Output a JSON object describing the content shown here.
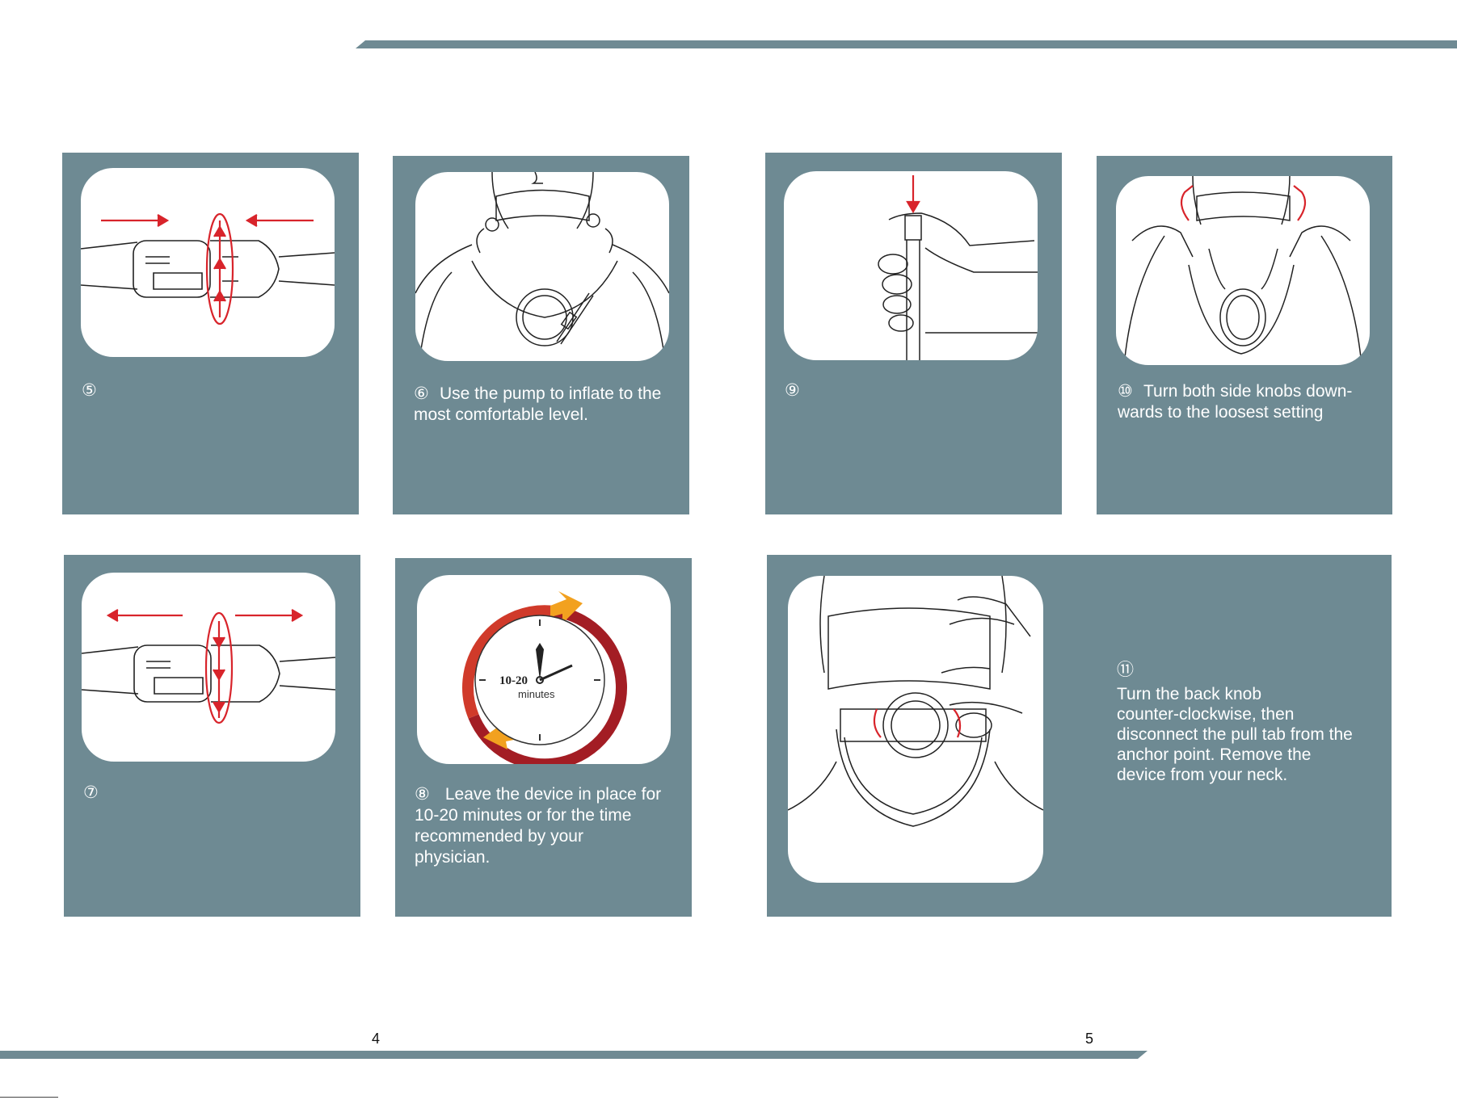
{
  "colors": {
    "panel": "#6e8a93",
    "accent_red": "#d8242b",
    "band": "#6f8a93"
  },
  "page_numbers": {
    "left": "4",
    "right": "5"
  },
  "steps": {
    "s5": {
      "num": "⑤",
      "text": ""
    },
    "s6": {
      "num": "⑥",
      "text": "Use the pump to inflate to the\nmost comfortable level."
    },
    "s7": {
      "num": "⑦",
      "text": ""
    },
    "s8": {
      "num": "⑧",
      "text": " Leave the device in place for\n10-20 minutes or for the time\nrecommended by your\nphysician."
    },
    "s9": {
      "num": "⑨",
      "text": ""
    },
    "s10": {
      "num": "⑩",
      "text": "Turn both side knobs down-\nwards to the loosest setting"
    },
    "s11": {
      "num": "⑪",
      "text": " Turn the back knob\n counter-clockwise, then\ndisconnect the pull tab from the\nanchor point. Remove the\ndevice from your neck."
    }
  },
  "clock": {
    "label_range": "10-20",
    "label_unit": "minutes"
  },
  "illustrations": {
    "s5": "knob-tighten-illustration",
    "s6": "neck-device-pump-illustration",
    "s7": "knob-loosen-illustration",
    "s8": "clock-timer-illustration",
    "s9": "pump-release-valve-illustration",
    "s10": "side-knobs-illustration",
    "s11": "back-knob-illustration"
  }
}
